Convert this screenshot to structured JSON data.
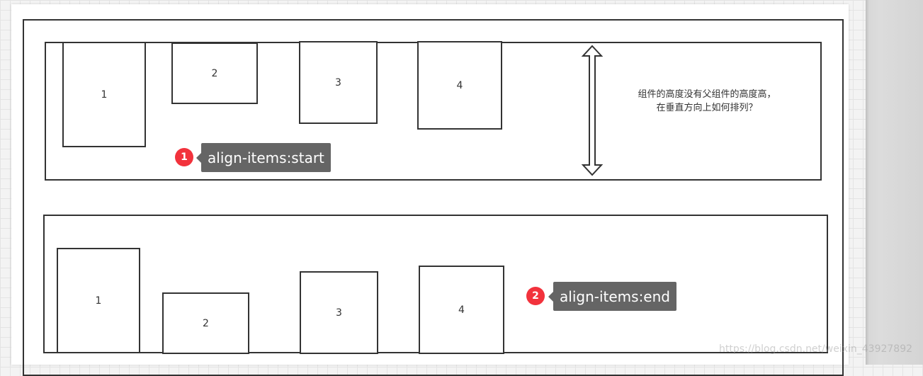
{
  "diagram": {
    "top_row": {
      "items": [
        "1",
        "2",
        "3",
        "4"
      ],
      "question_lines": [
        "组件的高度没有父组件的高度高，",
        "在垂直方向上如何排列？"
      ],
      "badge": "1",
      "label": "align-items:start"
    },
    "bottom_row": {
      "items": [
        "1",
        "2",
        "3",
        "4"
      ],
      "badge": "2",
      "label": "align-items:end"
    }
  },
  "watermark": "https://blog.csdn.net/weixin_43927892",
  "colors": {
    "stroke": "#333333",
    "badge": "#f2323c",
    "label_bg": "#656565"
  }
}
